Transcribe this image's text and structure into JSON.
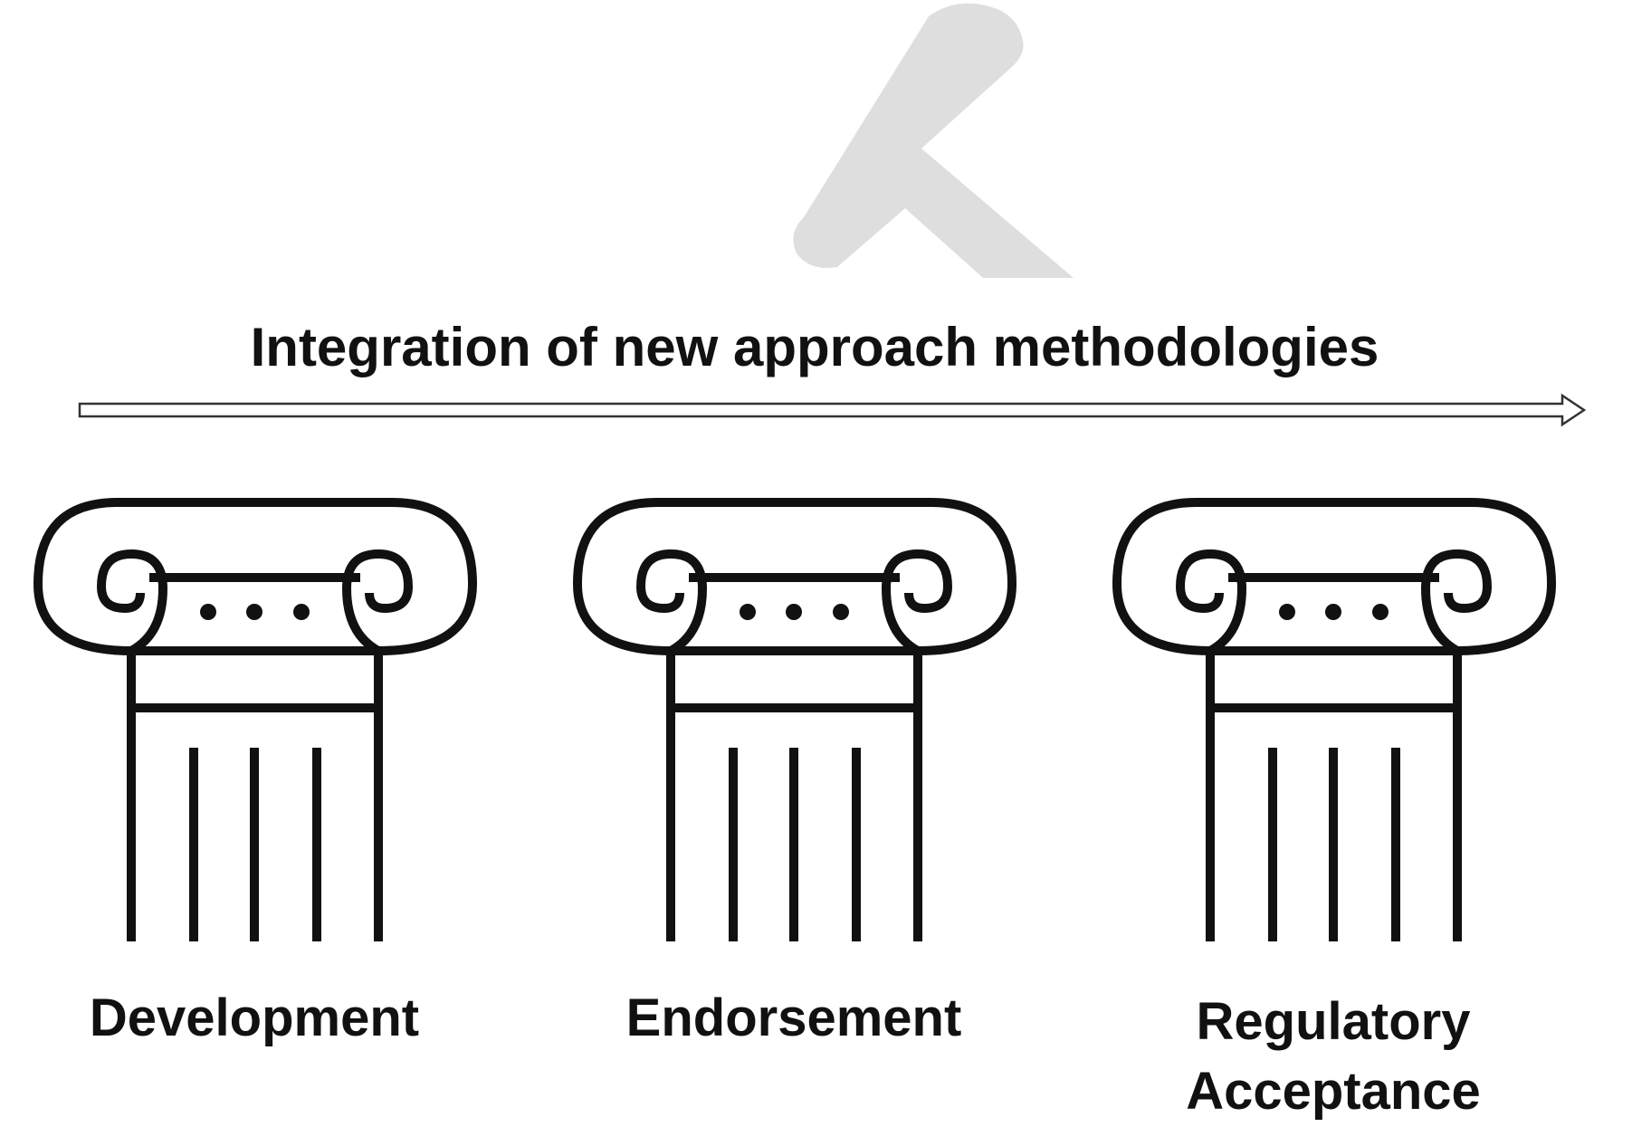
{
  "diagram": {
    "banner_title": "Integration of new approach methodologies",
    "pillars": [
      {
        "label_lines": [
          "Development"
        ]
      },
      {
        "label_lines": [
          "Endorsement"
        ]
      },
      {
        "label_lines": [
          "Regulatory",
          "Acceptance"
        ]
      }
    ]
  },
  "colors": {
    "stroke": "#111111",
    "watermark": "#dedede",
    "arrow_fill": "#ffffff",
    "background": "#ffffff"
  },
  "icons": {
    "watermark": "t-shape-watermark-icon",
    "pillar": "ionic-column-icon",
    "arrow": "long-right-arrow-icon"
  }
}
